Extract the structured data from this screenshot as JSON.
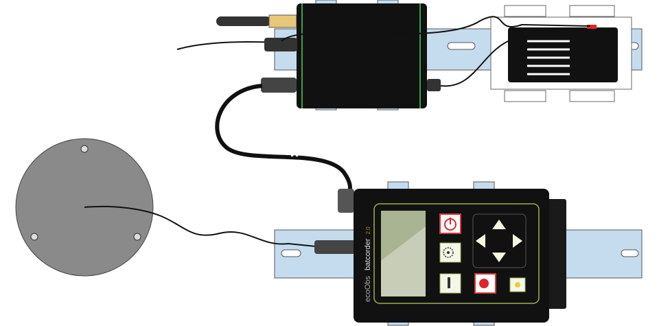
{
  "device": {
    "brand": "ecoObs",
    "model": "batcorder",
    "version": "2.0",
    "buttons": {
      "power": "power",
      "settings": "settings",
      "info": "info",
      "record": "rec",
      "light": "light"
    }
  },
  "colors": {
    "rail": "#c5dcef",
    "body": "#111111",
    "accent_green": "#3aa24a",
    "lcd": "#a9b592",
    "disc": "#8a8a8a",
    "record_red": "#e0252a"
  }
}
